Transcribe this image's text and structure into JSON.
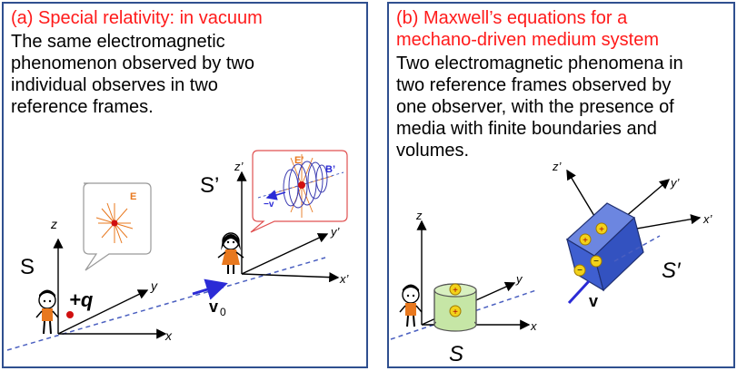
{
  "panel_a": {
    "title": "(a) Special relativity: in vacuum",
    "desc": [
      "The same electromagnetic",
      "phenomenon observed by two",
      "individual observes in two",
      "reference frames."
    ],
    "frame_s": "S",
    "frame_s_prime": "S’",
    "axis_x": "x",
    "axis_y": "y",
    "axis_z": "z",
    "axis_x_prime": "x’",
    "axis_y_prime": "y’",
    "axis_z_prime": "z’",
    "charge": "+q",
    "velocity": "v",
    "velocity_sub": "0",
    "field_e": "E",
    "field_e_prime": "E’",
    "field_b_prime": "B’",
    "neg_v": "−v"
  },
  "panel_b": {
    "title": [
      "(b) Maxwell’s equations for a",
      "mechano-driven medium system"
    ],
    "desc": [
      "Two electromagnetic phenomena in",
      "two reference frames observed by",
      "one observer, with the presence of",
      "media with finite boundaries and",
      "volumes."
    ],
    "frame_s": "S",
    "frame_s_prime": "S′",
    "axis_x": "x",
    "axis_y": "y",
    "axis_z": "z",
    "axis_x_prime": "x’",
    "axis_y_prime": "y’",
    "axis_z_prime": "z’",
    "velocity": "v"
  },
  "colors": {
    "title": "#ff1a1a",
    "border": "#2f4f8f",
    "velocity": "#2b2bd6",
    "charge": "#d01010",
    "field": "#e8781e",
    "cube": "#3f5fd0",
    "cylinder": "#c6e6a6"
  }
}
